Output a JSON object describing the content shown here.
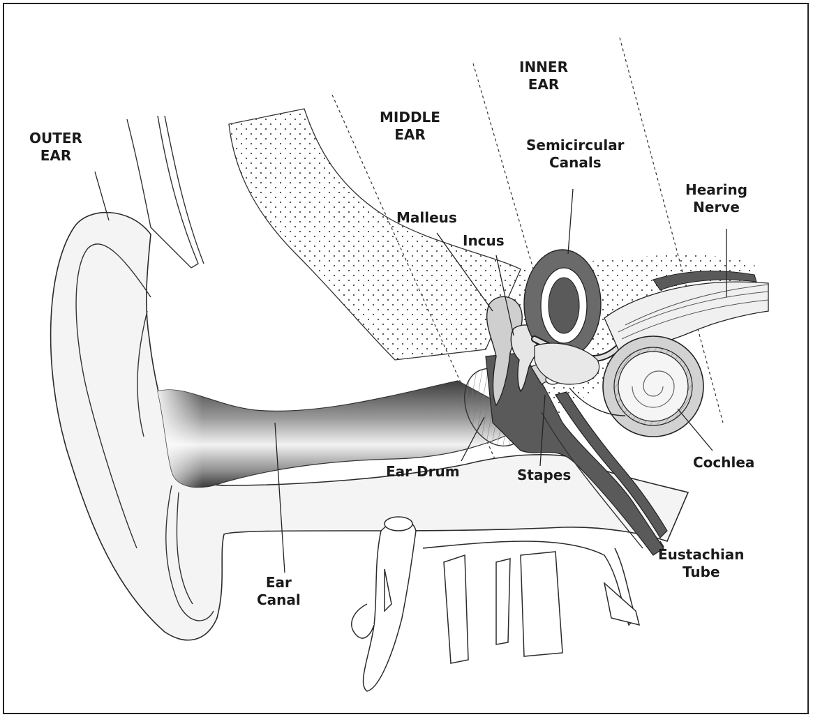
{
  "regions": {
    "outer": "OUTER\nEAR",
    "middle": "MIDDLE\nEAR",
    "inner": "INNER\nEAR"
  },
  "parts": {
    "semicircular": "Semicircular\nCanals",
    "hearing_nerve": "Hearing\nNerve",
    "malleus": "Malleus",
    "incus": "Incus",
    "ear_drum": "Ear Drum",
    "stapes": "Stapes",
    "cochlea": "Cochlea",
    "eustachian": "Eustachian\nTube",
    "ear_canal": "Ear\nCanal"
  },
  "colors": {
    "line": "#2b2b2b",
    "dark_fill": "#5a5a5a",
    "light_fill": "#eeeeee",
    "canal_dark": "#4a4a4a"
  }
}
